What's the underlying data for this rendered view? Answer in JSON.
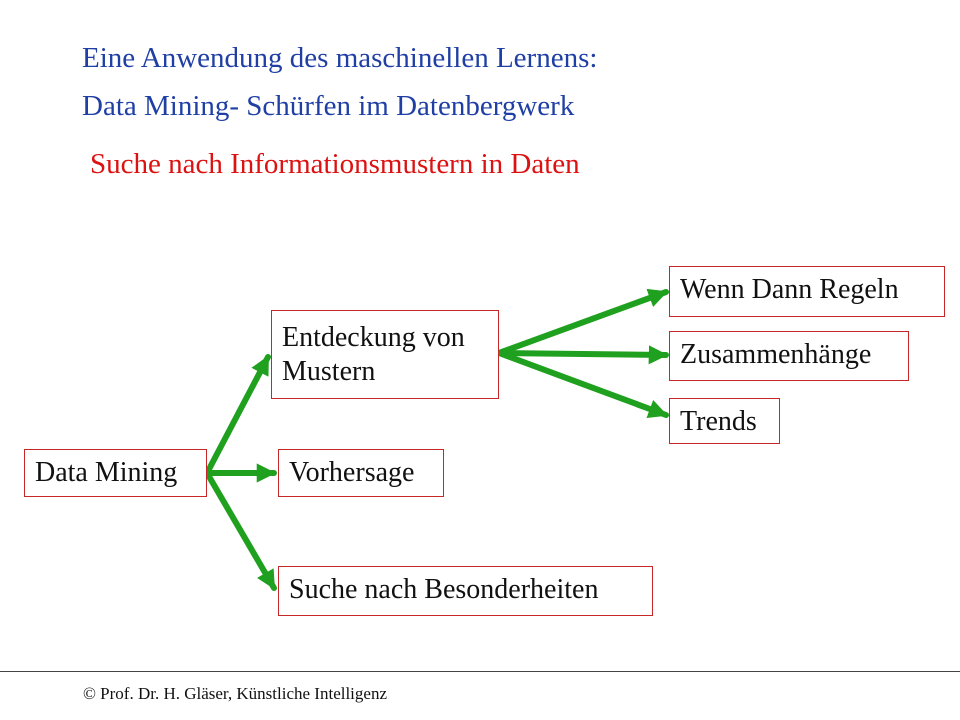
{
  "title_line1": "Eine Anwendung des maschinellen Lernens:",
  "title_line2": "Data Mining- Schürfen im Datenbergwerk",
  "subtitle": "Suche nach Informationsmustern in Daten",
  "nodes": {
    "data_mining": "Data Mining",
    "entdeckung_line1": "Entdeckung von",
    "entdeckung_line2": "Mustern",
    "vorhersage": "Vorhersage",
    "besonderheiten": "Suche nach Besonderheiten",
    "wenn_dann": "Wenn Dann Regeln",
    "zusammenhaenge": "Zusammenhänge",
    "trends": "Trends"
  },
  "footer": "© Prof. Dr. H. Gläser, Künstliche Intelligenz",
  "colors": {
    "title": "#1f3fa5",
    "subtitle": "#dd1111",
    "arrow": "#1fa01f",
    "box_border": "#c62828"
  }
}
